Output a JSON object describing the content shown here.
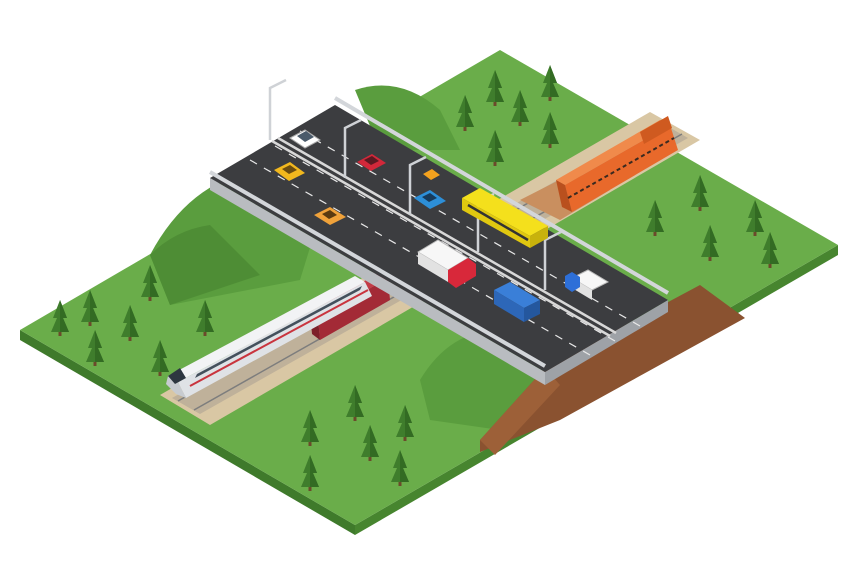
{
  "scene": {
    "subject": "isometric-highway-overpass-with-railway",
    "elements": [
      "grass-terrain",
      "hills",
      "pine-trees",
      "highway-bridge",
      "street-lamps",
      "guard-rails",
      "passenger-train",
      "freight-wagon",
      "diesel-locomotive",
      "cars",
      "bus",
      "trucks",
      "vans"
    ]
  },
  "colors": {
    "grass": "#6aad4a",
    "grass_dark": "#4e8d35",
    "earth": "#8a5230",
    "road": "#3c3d40",
    "bridge_side": "#b9bcc0",
    "rail_bed": "#d9c7a4",
    "locomotive": "#e8692b",
    "bus": "#f4e01c",
    "wagon": "#a32a36",
    "train": "#dfe2e6"
  }
}
